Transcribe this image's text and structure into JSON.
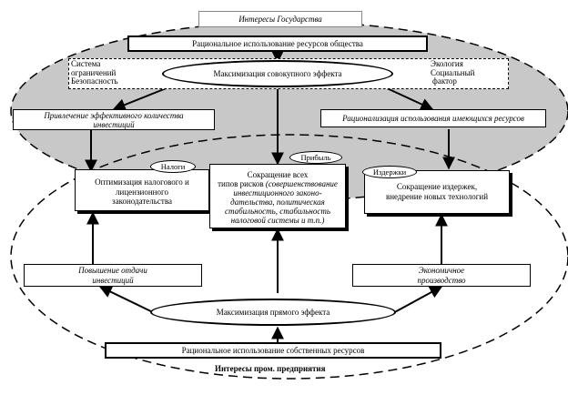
{
  "state_interests": "Интересы Государства",
  "rational_society": "Рациональное использование ресурсов общества",
  "max_total": "Максимизация совокупного эффекта",
  "system_limits": [
    "Система",
    "ограничений",
    "Безопасность"
  ],
  "ecology": [
    "Экология",
    "Социальный",
    "фактор"
  ],
  "attract_investment": [
    "Привлечение эффективного количества",
    "инвестиций"
  ],
  "rationalize_resources": "Рационализация использования имеющихся ресурсов",
  "taxes_tag": "Налоги",
  "profit_tag": "Прибыль",
  "costs_tag": "Издержки",
  "tax_optimization": [
    "Оптимизация налогового и",
    "лицензионного",
    "законодательства"
  ],
  "risk_reduction_title": [
    "Сокращение всех",
    "типов рисков"
  ],
  "risk_reduction_detail": [
    "(совершенствование",
    "инвестиционного законо-",
    "дательства, политическая",
    "стабильность, стабильность",
    "налоговой системы и т.п.)"
  ],
  "cost_reduction": [
    "Сокращение издержек,",
    "внедрение новых технологий"
  ],
  "investment_return": [
    "Повышение отдачи",
    "инвестиций"
  ],
  "economic_production": [
    "Экономичное",
    "производство"
  ],
  "max_direct": "Максимизация прямого эффекта",
  "rational_own": "Рациональное использование собственных ресурсов",
  "enterprise_interests": "Интересы пром. предприятия",
  "colors": {
    "state_oval_fill": "#c8c8c8",
    "line": "#000000",
    "background": "#ffffff"
  }
}
